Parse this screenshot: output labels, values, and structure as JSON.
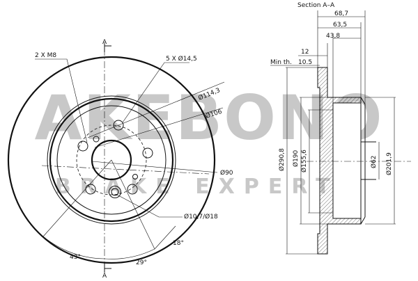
{
  "watermark": {
    "brand": "AKEBONO",
    "tagline": "BRAKE EXPERTS",
    "color": "#bfbfbf"
  },
  "front_view": {
    "section_marker": "A",
    "labels": {
      "thread_holes": "2 X M8",
      "bolt_holes": "5 X Ø14,5",
      "pcd": "Ø114,3",
      "hub_bore": "Ø106",
      "inner": "Ø90",
      "center_holes": "Ø10,7/Ø18",
      "angle_43": "43°",
      "angle_29": "29°",
      "angle_18": "18°"
    }
  },
  "section_view": {
    "title": "Section A–A",
    "dims": {
      "d687": "68,7",
      "d635": "63,5",
      "d438": "43,8",
      "d12": "12",
      "min_th_label": "Min th.",
      "min_th_value": "10.5",
      "d2908": "Ø290,8",
      "d190": "Ø190",
      "d1556": "Ø155,6",
      "d62": "Ø62",
      "d2019": "Ø201,9"
    }
  }
}
